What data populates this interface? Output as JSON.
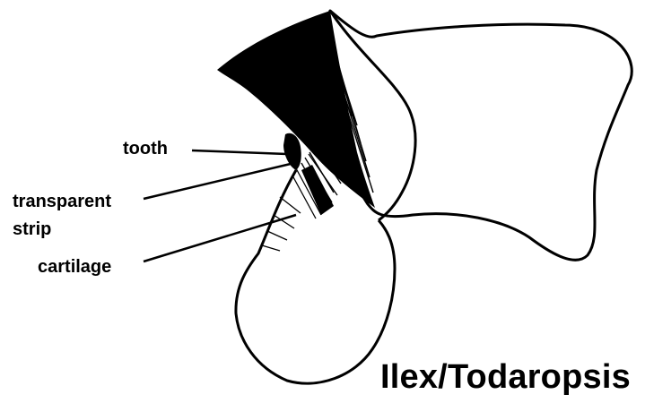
{
  "labels": {
    "tooth": "tooth",
    "transparent_strip": "transparent\nstrip",
    "cartilage": "cartilage"
  },
  "title": "Ilex/Todaropsis",
  "colors": {
    "ink": "#000000",
    "paper": "#ffffff"
  }
}
